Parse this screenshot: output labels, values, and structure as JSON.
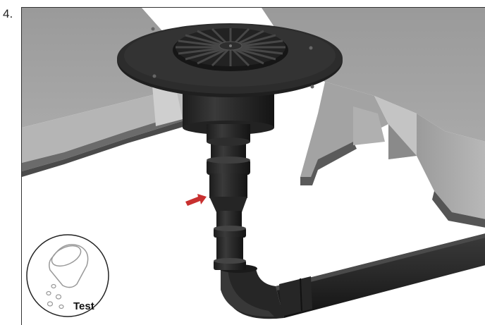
{
  "step": {
    "number": "4."
  },
  "illustration": {
    "subject": "roof-drain-with-vertical-pipe-and-elbow",
    "marker_color": "#c8302f",
    "pipe_color": "#2b2b2b",
    "panel_color": "#8f8f8f"
  },
  "test_badge": {
    "label": "Test",
    "icon": "pouring-container-icon"
  }
}
